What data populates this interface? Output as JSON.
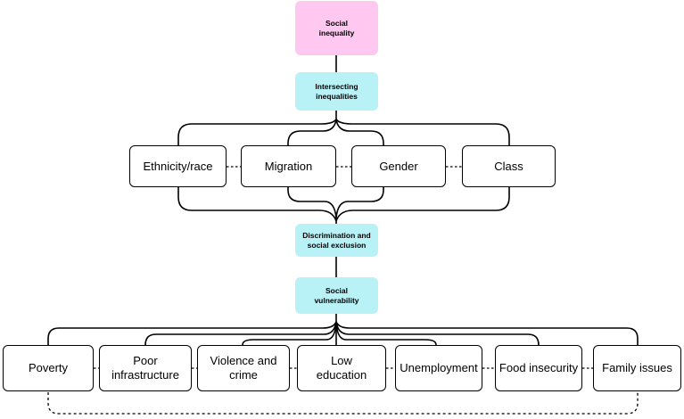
{
  "colors": {
    "top_fill": "#ffc8f0",
    "mid_fill": "#b8f2f6",
    "border": "#000000"
  },
  "header_boxes": {
    "social_inequality": "Social\ninequality",
    "intersecting_inequalities": "Intersecting\ninequalities",
    "discrimination": "Discrimination and\nsocial exclusion",
    "social_vulnerability": "Social\nvulnerability"
  },
  "inequality_categories": [
    "Ethnicity/race",
    "Migration",
    "Gender",
    "Class"
  ],
  "vulnerability_factors": [
    "Poverty",
    "Poor\ninfrastructure",
    "Violence and\ncrime",
    "Low\neducation",
    "Unemployment",
    "Food insecurity",
    "Family issues"
  ]
}
